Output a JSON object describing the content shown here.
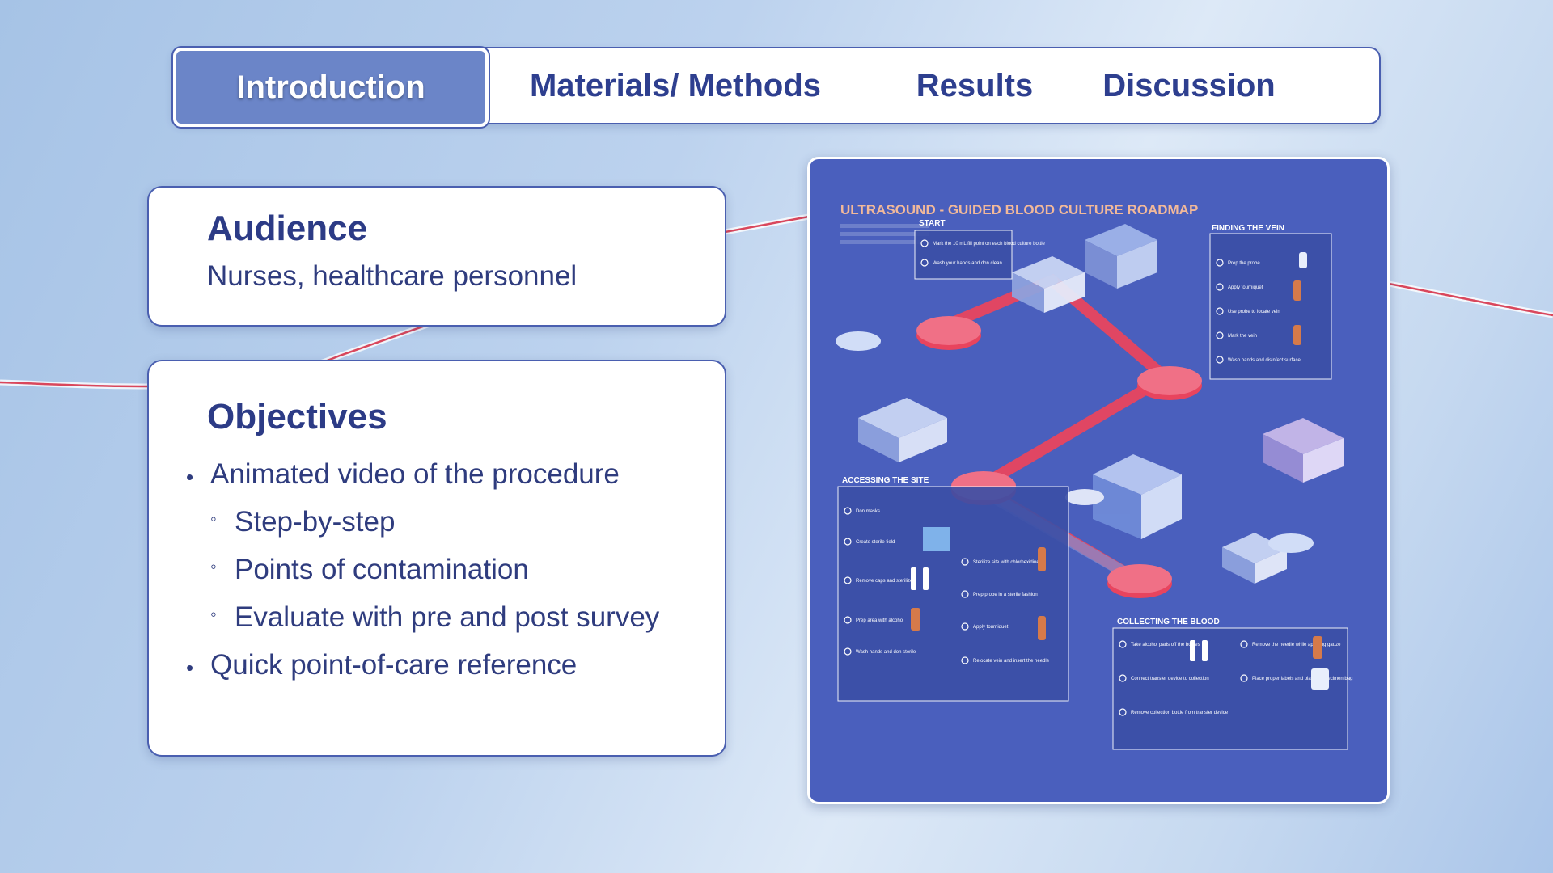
{
  "nav": {
    "tabs": [
      {
        "label": "Introduction",
        "active": true
      },
      {
        "label": "Materials/ Methods",
        "active": false
      },
      {
        "label": "Results",
        "active": false
      },
      {
        "label": "Discussion",
        "active": false
      }
    ]
  },
  "audience": {
    "title": "Audience",
    "text": "Nurses, healthcare personnel"
  },
  "objectives": {
    "title": "Objectives",
    "items": [
      {
        "level": 1,
        "text": "Animated video of the procedure"
      },
      {
        "level": 2,
        "text": "Step-by-step"
      },
      {
        "level": 2,
        "text": "Points of contamination"
      },
      {
        "level": 2,
        "text": "Evaluate with pre and post survey"
      },
      {
        "level": 1,
        "text": "Quick point-of-care reference"
      }
    ]
  },
  "poster": {
    "title": "ULTRASOUND - GUIDED BLOOD CULTURE ROADMAP",
    "sections": {
      "start": "START",
      "finding": "FINDING THE VEIN",
      "accessing": "ACCESSING THE SITE",
      "collecting": "COLLECTING THE BLOOD"
    },
    "start_steps": [
      "Mark the 10 mL fill point on each blood culture bottle",
      "Wash your hands and don clean"
    ],
    "finding_steps": [
      "Prep the probe",
      "Apply tourniquet",
      "Use probe to locate vein",
      "Mark the vein",
      "Wash hands and disinfect surface"
    ],
    "accessing_steps_left": [
      "Don masks",
      "Create sterile field",
      "Remove caps and sterilize",
      "Prep area with alcohol",
      "Wash hands and don sterile"
    ],
    "accessing_steps_right": [
      "Sterilize site with chlorhexidine",
      "Prep probe in a sterile fashion",
      "Apply tourniquet",
      "Relocate vein and insert the needle"
    ],
    "collecting_steps_left": [
      "Take alcohol pads off the bottles",
      "Connect transfer device to collection",
      "Remove collection bottle from transfer device"
    ],
    "collecting_steps_right": [
      "Remove the needle while applying gauze",
      "Place proper labels and place in specimen bag"
    ]
  },
  "colors": {
    "primary": "#2c3b86",
    "tab_active": "#6b85c8",
    "poster_bg": "#4a5fbd",
    "poster_title": "#f2b99a",
    "road": "#e8445e"
  }
}
